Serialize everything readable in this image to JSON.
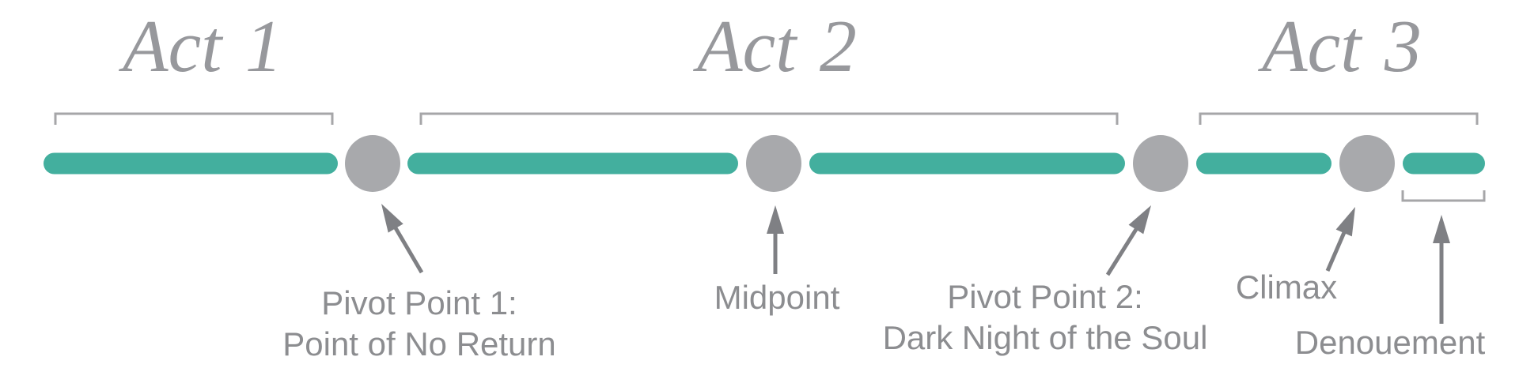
{
  "acts": [
    {
      "label": "Act 1",
      "span_pct": [
        1,
        20
      ]
    },
    {
      "label": "Act 2",
      "span_pct": [
        26,
        74
      ]
    },
    {
      "label": "Act 3",
      "span_pct": [
        80,
        99
      ]
    }
  ],
  "plot_points": [
    {
      "id": "pivot-point-1",
      "label": [
        "Pivot Point 1:",
        "Point of No Return"
      ],
      "marker": "circle",
      "position_pct": 23
    },
    {
      "id": "midpoint",
      "label": [
        "Midpoint"
      ],
      "marker": "circle",
      "position_pct": 51
    },
    {
      "id": "pivot-point-2",
      "label": [
        "Pivot Point 2:",
        "Dark Night of the Soul"
      ],
      "marker": "circle",
      "position_pct": 77
    },
    {
      "id": "climax",
      "label": [
        "Climax"
      ],
      "marker": "circle",
      "position_pct": 92
    },
    {
      "id": "denouement",
      "label": [
        "Denouement"
      ],
      "marker": "bracket-segment",
      "position_pct": 97
    }
  ],
  "colors": {
    "timeline_teal": "#43af9e",
    "marker_gray": "#a8a9ac",
    "arrow_gray": "#7f8084",
    "label_gray": "#8c8d90",
    "act_title_gray": "#97989c",
    "bracket_gray": "#a6a6a8",
    "background": "#ffffff"
  }
}
